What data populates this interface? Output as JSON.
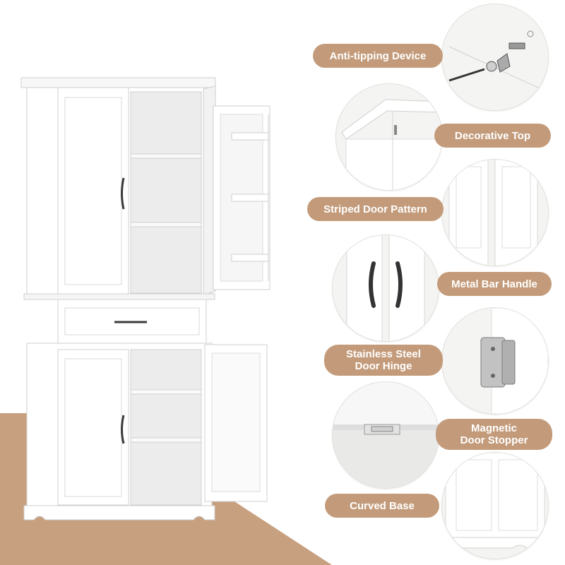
{
  "colors": {
    "accent": "#c39b7a",
    "accent_text": "#ffffff",
    "cabinet_white": "#ffffff",
    "handle": "#3a3a3a",
    "hinge": "#b9b9b9"
  },
  "features": [
    {
      "label": "Anti-tipping Device",
      "icon": "anti-tipping-device-icon"
    },
    {
      "label": "Decorative Top",
      "icon": "decorative-top-icon"
    },
    {
      "label": "Striped Door Pattern",
      "icon": "striped-door-pattern-icon"
    },
    {
      "label": "Metal Bar Handle",
      "icon": "metal-bar-handle-icon"
    },
    {
      "label_line1": "Stainless Steel",
      "label_line2": "Door Hinge",
      "icon": "door-hinge-icon"
    },
    {
      "label_line1": "Magnetic",
      "label_line2": "Door Stopper",
      "icon": "magnetic-stopper-icon"
    },
    {
      "label": "Curved Base",
      "icon": "curved-base-icon"
    }
  ]
}
